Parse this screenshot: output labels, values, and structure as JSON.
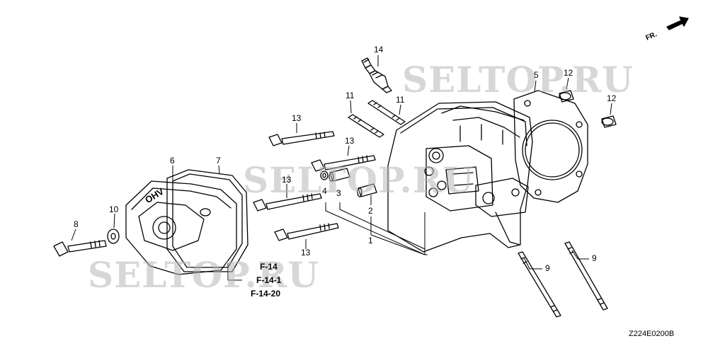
{
  "diagram": {
    "front_indicator": "FR.",
    "diagram_code": "Z224E0200B",
    "cover_marking": "OHV",
    "watermarks": [
      "SELTOP.RU",
      "SELTOP.RU",
      "SELTOP.RU"
    ],
    "reference_labels": [
      "F-14",
      "F-14-1",
      "F-14-20"
    ],
    "callouts": [
      "14",
      "5",
      "12",
      "12",
      "11",
      "11",
      "13",
      "13",
      "13",
      "13",
      "6",
      "7",
      "10",
      "8",
      "4",
      "3",
      "2",
      "1",
      "9",
      "9"
    ]
  }
}
